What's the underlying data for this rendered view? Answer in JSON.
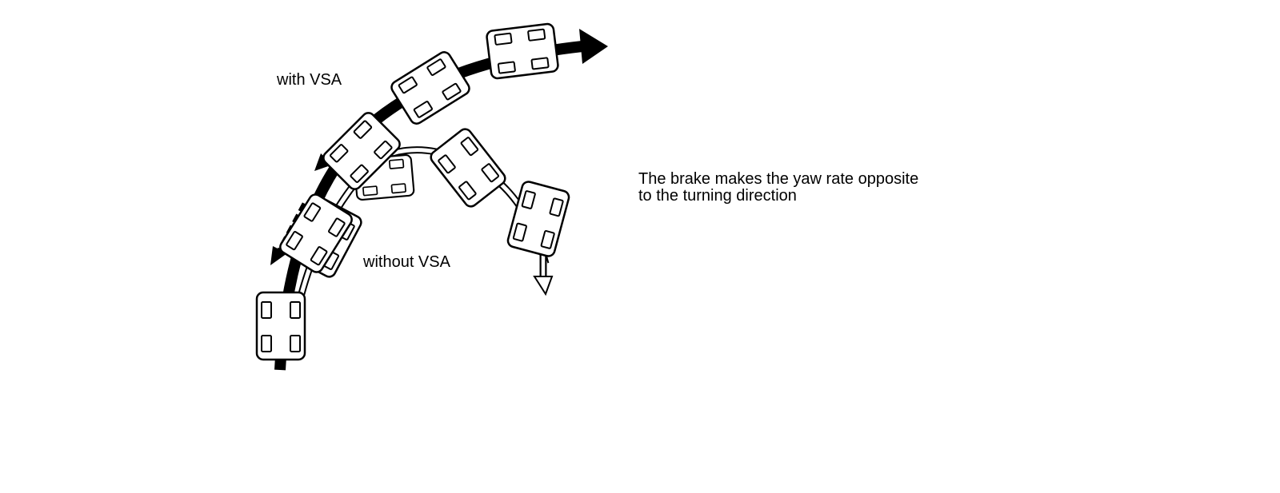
{
  "labels": {
    "with_vsa": "with VSA",
    "without_vsa": "without VSA",
    "caption_line1": "The brake makes the yaw rate opposite",
    "caption_line2": "to the turning direction"
  },
  "colors": {
    "ink": "#000000",
    "car_fill": "#ffffff"
  }
}
